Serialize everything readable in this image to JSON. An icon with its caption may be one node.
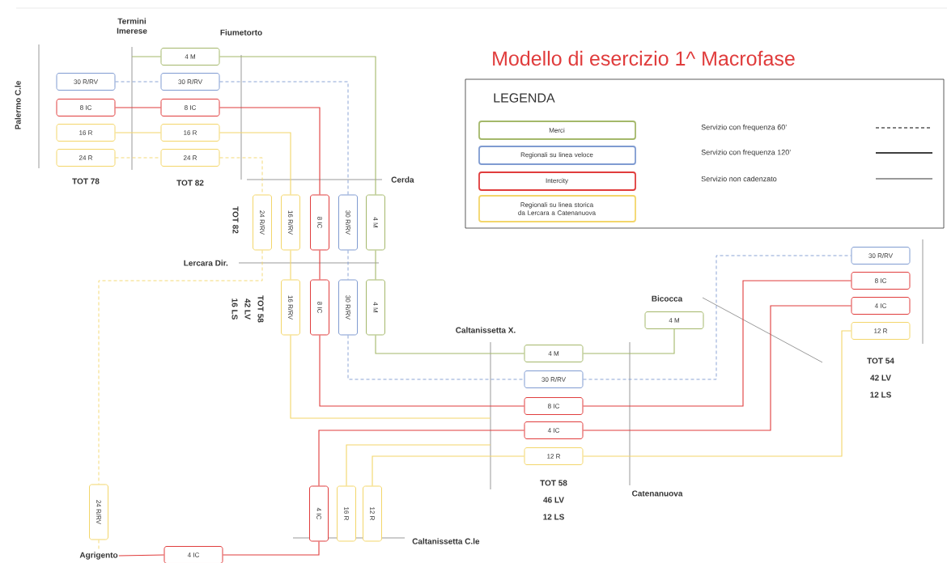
{
  "diagram": {
    "title": "Modello di esercizio 1^ Macrofase",
    "nodes": [
      {
        "text": [
          "30 R/RV"
        ]
      },
      {
        "text": [
          "8 IC"
        ]
      },
      {
        "text": [
          "16 R"
        ]
      },
      {
        "text": [
          "24 R"
        ]
      },
      {
        "text": [
          "4 M"
        ]
      },
      {
        "text": [
          "30 R/RV"
        ]
      },
      {
        "text": [
          "8 IC"
        ]
      },
      {
        "text": [
          "16 R"
        ]
      },
      {
        "text": [
          "24 R"
        ]
      },
      {
        "text": [
          "24 R/RV"
        ]
      },
      {
        "text": [
          "16 R/RV"
        ]
      },
      {
        "text": [
          "8 IC"
        ]
      },
      {
        "text": [
          "30 R/RV"
        ]
      },
      {
        "text": [
          "4 M"
        ]
      },
      {
        "text": [
          "16 R/RV"
        ]
      },
      {
        "text": [
          "8 IC"
        ]
      },
      {
        "text": [
          "30 R/RV"
        ]
      },
      {
        "text": [
          "4 M"
        ]
      },
      {
        "text": [
          "24 R/RV"
        ]
      },
      {
        "text": [
          "4 IC"
        ]
      },
      {
        "text": [
          "4 IC"
        ]
      },
      {
        "text": [
          "16 R"
        ]
      },
      {
        "text": [
          "12 R"
        ]
      },
      {
        "text": [
          "4 M"
        ]
      },
      {
        "text": [
          "30 R/RV"
        ]
      },
      {
        "text": [
          "8 IC"
        ]
      },
      {
        "text": [
          "4 IC"
        ]
      },
      {
        "text": [
          "12 R"
        ]
      },
      {
        "text": [
          "4 M"
        ]
      },
      {
        "text": [
          "30 R/RV"
        ]
      },
      {
        "text": [
          "8 IC"
        ]
      },
      {
        "text": [
          "4 IC"
        ]
      },
      {
        "text": [
          "12 R"
        ]
      },
      {
        "text": [
          "Agrigento"
        ]
      }
    ],
    "edges": [
      {
        "from": 0,
        "to": 5,
        "arrow": "none",
        "style": "dashed",
        "color": "#7f9bd1"
      },
      {
        "from": 1,
        "to": 6,
        "arrow": "none",
        "color": "#e03c3c"
      },
      {
        "from": 2,
        "to": 7,
        "arrow": "none"
      },
      {
        "from": 3,
        "to": 8,
        "arrow": "none",
        "style": "dashed"
      },
      {
        "from": null,
        "to": 4,
        "arrow": "none",
        "color": "#a4b86a"
      },
      {
        "from": 4,
        "to": 13,
        "arrow": "none",
        "color": "#a4b86a"
      },
      {
        "from": 5,
        "to": 12,
        "arrow": "none",
        "style": "dashed",
        "color": "#7f9bd1"
      },
      {
        "from": 6,
        "to": 11,
        "arrow": "none",
        "color": "#e03c3c"
      },
      {
        "from": 7,
        "to": 10,
        "arrow": "none"
      },
      {
        "from": 8,
        "to": 9,
        "arrow": "none",
        "style": "dashed"
      },
      {
        "from": 9,
        "to": 18,
        "arrow": "none",
        "style": "dashed"
      },
      {
        "from": 18,
        "to": 33,
        "arrow": "none",
        "style": "dashed"
      },
      {
        "from": 10,
        "to": 14,
        "arrow": "none"
      },
      {
        "from": 11,
        "to": 15,
        "arrow": "none",
        "color": "#e03c3c"
      },
      {
        "from": 12,
        "to": 16,
        "arrow": "none",
        "style": "dashed",
        "color": "#7f9bd1"
      },
      {
        "from": 13,
        "to": 17,
        "arrow": "none",
        "color": "#a4b86a"
      },
      {
        "from": 14,
        "to": null,
        "arrow": "none"
      },
      {
        "from": 15,
        "to": 25,
        "arrow": "none",
        "color": "#e03c3c"
      },
      {
        "from": 16,
        "to": 24,
        "arrow": "none",
        "style": "dashed",
        "color": "#7f9bd1"
      },
      {
        "from": 17,
        "to": 23,
        "arrow": "none",
        "color": "#a4b86a"
      },
      {
        "from": 33,
        "to": 19,
        "arrow": "none",
        "color": "#e03c3c"
      },
      {
        "from": 19,
        "to": 20,
        "arrow": "none",
        "color": "#e03c3c"
      },
      {
        "from": 20,
        "to": 26,
        "arrow": "none",
        "color": "#e03c3c"
      },
      {
        "from": 21,
        "to": null,
        "arrow": "none"
      },
      {
        "from": 22,
        "to": 27,
        "arrow": "none"
      },
      {
        "from": 23,
        "to": 28,
        "arrow": "none",
        "color": "#a4b86a"
      },
      {
        "from": 24,
        "to": 29,
        "arrow": "none",
        "style": "dashed",
        "color": "#7f9bd1"
      },
      {
        "from": 25,
        "to": 30,
        "arrow": "none",
        "color": "#e03c3c"
      },
      {
        "from": 26,
        "to": 31,
        "arrow": "none",
        "color": "#e03c3c"
      },
      {
        "from": 27,
        "to": 32,
        "arrow": "none"
      }
    ],
    "labels": [
      "Termini Imerese",
      "Fiumetorto",
      "Palermo C.le",
      "LEGENDA",
      "TOT 78",
      "TOT 82",
      "Cerda",
      "TOT 82",
      "Lercara Dir.",
      "TOT 58",
      "42 LV",
      "16 LS",
      "Bicocca",
      "Caltanissetta X.",
      "TOT 54",
      "42 LV",
      "12 LS",
      "TOT 58",
      "46 LV",
      "12 LS",
      "Catenanuova",
      "Caltanissetta C.le"
    ],
    "legend": [
      {
        "text": "Merci",
        "color": "#a4b86a"
      },
      {
        "text": "Regionali su linea veloce",
        "color": "#7f9bd1"
      },
      {
        "text": "Intercity",
        "color": "#e03c3c"
      },
      {
        "text": "Regionali su linea storica da Lercara a Catenanuova",
        "color": "#f3d66a"
      },
      {
        "text": "Servizio con frequenza 60’"
      },
      {
        "text": "Servizio con frequenza 120’"
      },
      {
        "text": "Servizio non cadenzato"
      }
    ]
  }
}
